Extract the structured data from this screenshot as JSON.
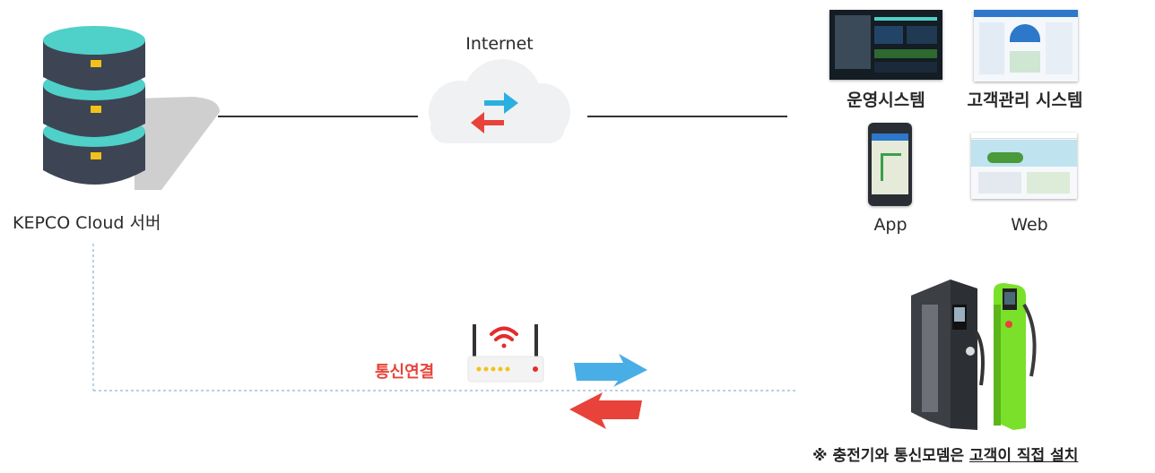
{
  "server": {
    "label": "KEPCO Cloud 서버"
  },
  "network": {
    "internet_label": "Internet",
    "connection_label": "통신연결"
  },
  "clients": {
    "operation_system": "운영시스템",
    "customer_management_system": "고객관리 시스템",
    "app": "App",
    "web": "Web"
  },
  "note": {
    "prefix": "※ 충전기와 통신모뎀은 ",
    "emphasis": "고객이 직접 설치"
  },
  "colors": {
    "server_teal": "#4fd0c8",
    "server_body": "#3d4554",
    "arrow_blue": "#4aaee6",
    "arrow_red": "#e8433a",
    "wifi_red": "#e52b2b",
    "charger_green": "#7be02a",
    "connection_text": "#e8433a"
  }
}
